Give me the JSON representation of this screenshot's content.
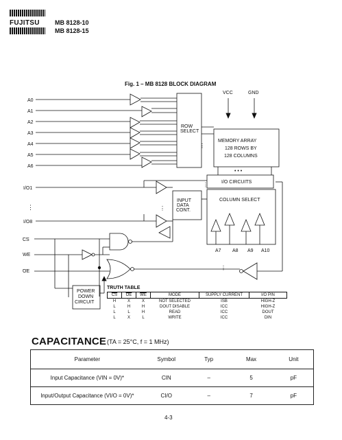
{
  "header": {
    "brand": "FUJITSU",
    "part_numbers": [
      "MB 8128-10",
      "MB 8128-15"
    ]
  },
  "figure": {
    "title": "Fig. 1 – MB 8128 BLOCK DIAGRAM",
    "address_pins": [
      "A0",
      "A1",
      "A2",
      "A3",
      "A4",
      "A5",
      "A6"
    ],
    "io_pins": [
      "I/O1",
      "I/O8"
    ],
    "control_pins": [
      "CS",
      "WE",
      "OE"
    ],
    "supply_labels": [
      "VCC",
      "GND"
    ],
    "row_select": [
      "ROW",
      "SELECT"
    ],
    "memory_array": [
      "MEMORY ARRAY",
      "128 ROWS BY",
      "128 COLUMNS"
    ],
    "io_circuits": "I/O CIRCUITS",
    "input_data_control": [
      "INPUT",
      "DATA",
      "CONT."
    ],
    "column_select": "COLUMN SELECT",
    "column_address_pins": [
      "A7",
      "A8",
      "A9",
      "A10"
    ],
    "power_down": [
      "POWER",
      "DOWN",
      "CIRCUIT"
    ]
  },
  "truth_table": {
    "title": "TRUTH TABLE",
    "headers": [
      "CS",
      "OE",
      "WE",
      "MODE",
      "SUPPLY CURRENT",
      "I/O PIN"
    ],
    "rows": [
      [
        "H",
        "X",
        "X",
        "NOT SELECTED",
        "ISB",
        "HIGH-Z"
      ],
      [
        "L",
        "H",
        "H",
        "DOUT DISABLE",
        "ICC",
        "HIGH-Z"
      ],
      [
        "L",
        "L",
        "H",
        "READ",
        "ICC",
        "DOUT"
      ],
      [
        "L",
        "X",
        "L",
        "WRITE",
        "ICC",
        "DIN"
      ]
    ]
  },
  "capacitance": {
    "title": "CAPACITANCE",
    "conditions": "(TA = 25°C, f = 1 MHz)",
    "headers": [
      "Parameter",
      "Symbol",
      "Typ",
      "Max",
      "Unit"
    ],
    "rows": [
      [
        "Input Capacitance (VIN = 0V)*",
        "CIN",
        "–",
        "5",
        "pF"
      ],
      [
        "Input/Output Capacitance (VI/O = 0V)*",
        "CI/O",
        "–",
        "7",
        "pF"
      ]
    ]
  },
  "page_number": "4-3"
}
